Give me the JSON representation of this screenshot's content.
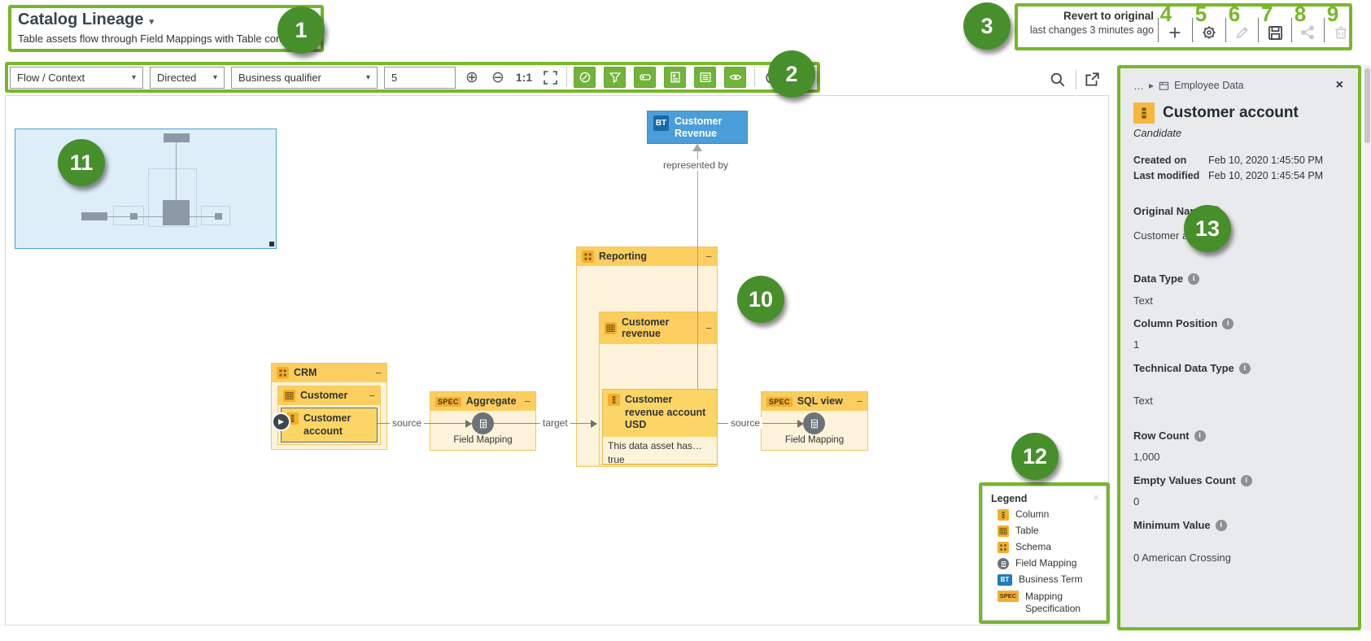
{
  "callouts": {
    "c1": "1",
    "c2": "2",
    "c3": "3",
    "c4": "4",
    "c5": "5",
    "c6": "6",
    "c7": "7",
    "c8": "8",
    "c9": "9",
    "c10": "10",
    "c11": "11",
    "c12": "12",
    "c13": "13"
  },
  "header": {
    "title": "Catalog Lineage",
    "subtitle": "Table assets flow through Field Mappings with Table context"
  },
  "toolbar": {
    "view_select": "Flow / Context",
    "direction_select": "Directed",
    "qualifier_select": "Business qualifier",
    "depth_value": "5",
    "zoom_ratio": "1:1"
  },
  "revert": {
    "title": "Revert to original",
    "subtitle": "last changes 3 minutes ago"
  },
  "icons": {
    "dropdown_caret": "▾",
    "zoom_in": "⊕",
    "zoom_out": "⊖",
    "plus": "+",
    "collapse": "−",
    "close": "×",
    "play": "▶",
    "breadcrumb_arrow": "▶",
    "ellipsis": "…",
    "info": "i"
  },
  "diagram": {
    "business_term": {
      "badge": "BT",
      "label": "Customer Revenue"
    },
    "edges": {
      "represented_by": "represented by",
      "source": "source",
      "target": "target"
    },
    "schemas": {
      "crm": "CRM",
      "reporting": "Reporting"
    },
    "tables": {
      "customer": "Customer",
      "customer_revenue": "Customer revenue"
    },
    "columns": {
      "customer_account": "Customer account",
      "customer_revenue_account_usd": "Customer revenue account USD"
    },
    "column_body": {
      "line1": "This data asset has…",
      "line2": "true"
    },
    "specs": {
      "badge": "SPEC",
      "aggregate": "Aggregate",
      "sql_view": "SQL view",
      "field_mapping": "Field Mapping"
    }
  },
  "legend": {
    "title": "Legend",
    "items": [
      {
        "type": "column",
        "label": "Column"
      },
      {
        "type": "table",
        "label": "Table"
      },
      {
        "type": "schema",
        "label": "Schema"
      },
      {
        "type": "field-mapping",
        "label": "Field Mapping"
      },
      {
        "type": "business-term",
        "label": "Business Term"
      },
      {
        "type": "mapping-specification",
        "label": "Mapping Specification"
      }
    ]
  },
  "sidebar": {
    "breadcrumb": {
      "domain": "Employee Data"
    },
    "title": "Customer account",
    "status": "Candidate",
    "meta": [
      {
        "label": "Created on",
        "value": "Feb 10, 2020 1:45:50 PM"
      },
      {
        "label": "Last modified",
        "value": "Feb 10, 2020 1:45:54 PM"
      }
    ],
    "fields": [
      {
        "label": "Original Name",
        "value": "Customer account"
      },
      {
        "label": "Data Type",
        "value": "Text"
      },
      {
        "label": "Column Position",
        "value": "1"
      },
      {
        "label": "Technical Data Type",
        "value": "Text"
      },
      {
        "label": "Row Count",
        "value": "1,000"
      },
      {
        "label": "Empty Values Count",
        "value": "0"
      },
      {
        "label": "Minimum Value",
        "value": "0 American Crossing"
      }
    ]
  },
  "colors": {
    "annotation_green": "#77b729",
    "badge_green": "#478f2b",
    "toolbar_toggle_green": "#72b33c",
    "node_header_yellow": "#fbce5f",
    "node_body_yellow": "#fdf3da",
    "column_node_yellow": "#fbd566",
    "asset_icon_orange": "#f3b02c",
    "business_term_blue": "#4a9ed9",
    "bt_badge_blue": "#1a6aa2",
    "field_mapping_gray": "#6d7278",
    "spec_badge_orange": "#f2ae37"
  }
}
